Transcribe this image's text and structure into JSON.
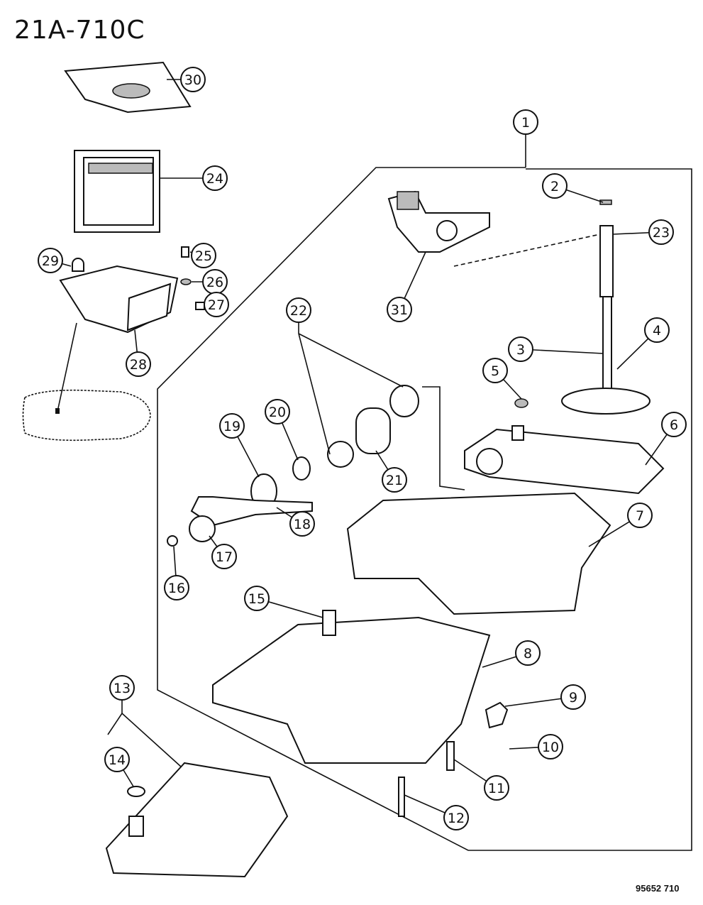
{
  "header": {
    "diagram_id": "21A-710C"
  },
  "footer": {
    "drawing_code": "95652 710"
  },
  "callouts": [
    "1",
    "2",
    "3",
    "4",
    "5",
    "6",
    "7",
    "8",
    "9",
    "10",
    "11",
    "12",
    "13",
    "14",
    "15",
    "16",
    "17",
    "18",
    "19",
    "20",
    "21",
    "22",
    "23",
    "24",
    "25",
    "26",
    "27",
    "28",
    "29",
    "30",
    "31"
  ]
}
